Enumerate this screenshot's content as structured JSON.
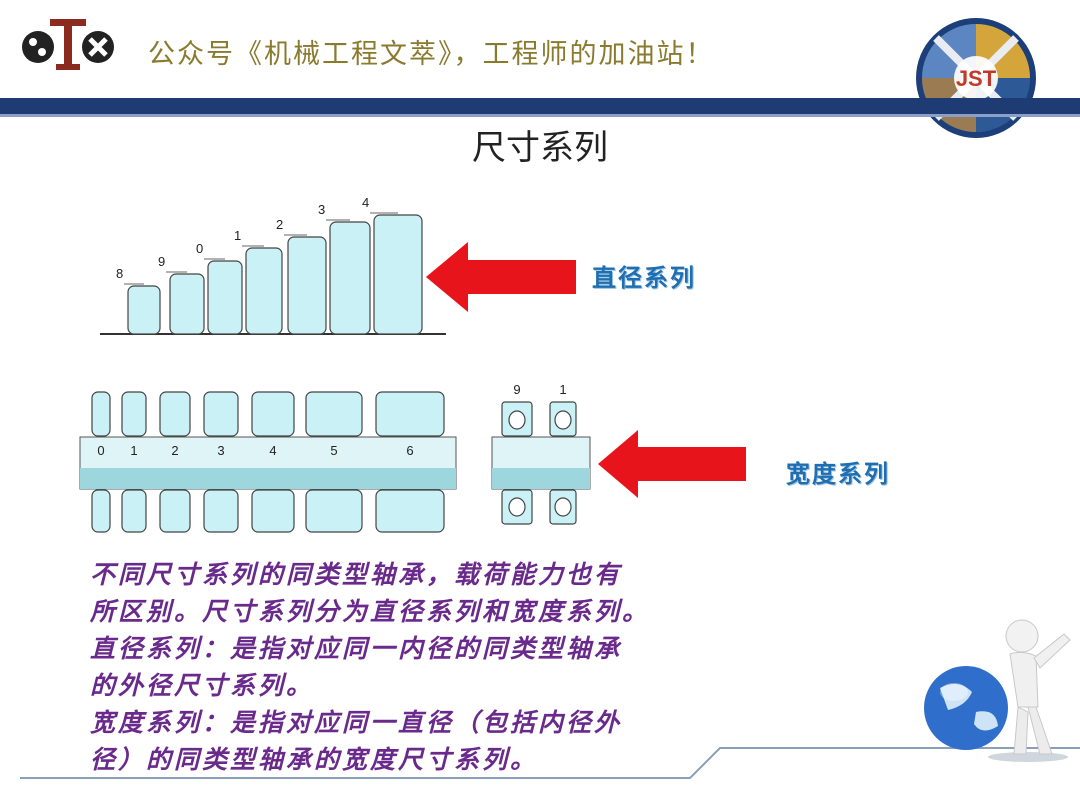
{
  "header": {
    "text": "公众号《机械工程文萃》，工程师的加油站！",
    "logo_right_text": "JST"
  },
  "title": "尺寸系列",
  "diameter_section": {
    "label": "直径系列",
    "codes": [
      "8",
      "9",
      "0",
      "1",
      "2",
      "3",
      "4"
    ]
  },
  "width_section": {
    "label": "宽度系列",
    "codes": [
      "0",
      "1",
      "2",
      "3",
      "4",
      "5",
      "6"
    ],
    "side_codes": [
      "9",
      "1"
    ]
  },
  "body_lines": [
    "不同尺寸系列的同类型轴承，载荷能力也有",
    "所区别。尺寸系列分为直径系列和宽度系列。",
    "直径系列：是指对应同一内径的同类型轴承",
    "的外径尺寸系列。",
    "宽度系列：是指对应同一直径（包括内径外",
    "径）的同类型轴承的宽度尺寸系列。"
  ],
  "colors": {
    "header_bar": "#1f3b73",
    "arrow": "#e8141b",
    "bearing_fill": "#c9f1f6",
    "label_blue": "#1f6fb0",
    "body_text": "#6a2a8c"
  }
}
